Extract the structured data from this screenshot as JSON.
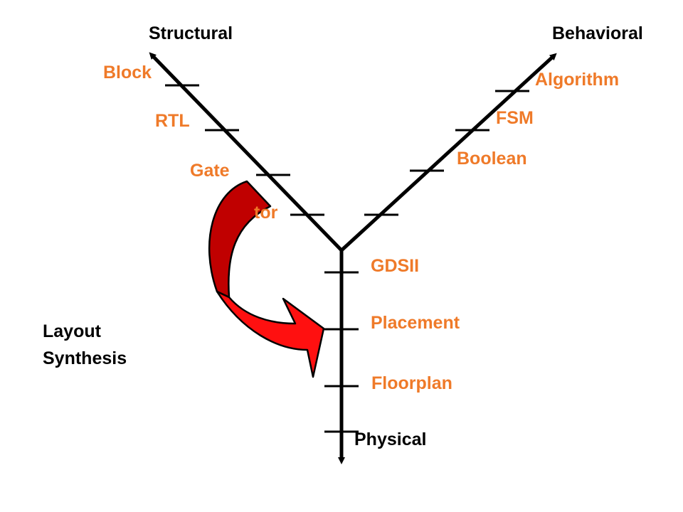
{
  "axes": {
    "structural": "Structural",
    "behavioral": "Behavioral",
    "physical": "Physical"
  },
  "structural_levels": [
    "Block",
    "RTL",
    "Gate",
    "tor"
  ],
  "behavioral_levels": [
    "Algorithm",
    "FSM",
    "Boolean"
  ],
  "physical_levels": [
    "GDSII",
    "Placement",
    "Floorplan"
  ],
  "side_label": [
    "Layout",
    "Synthesis"
  ],
  "colors": {
    "level_text": "#EF7A29",
    "axis": "#000000",
    "arrow_dark": "#C00000",
    "arrow_bright": "#FF1010"
  }
}
